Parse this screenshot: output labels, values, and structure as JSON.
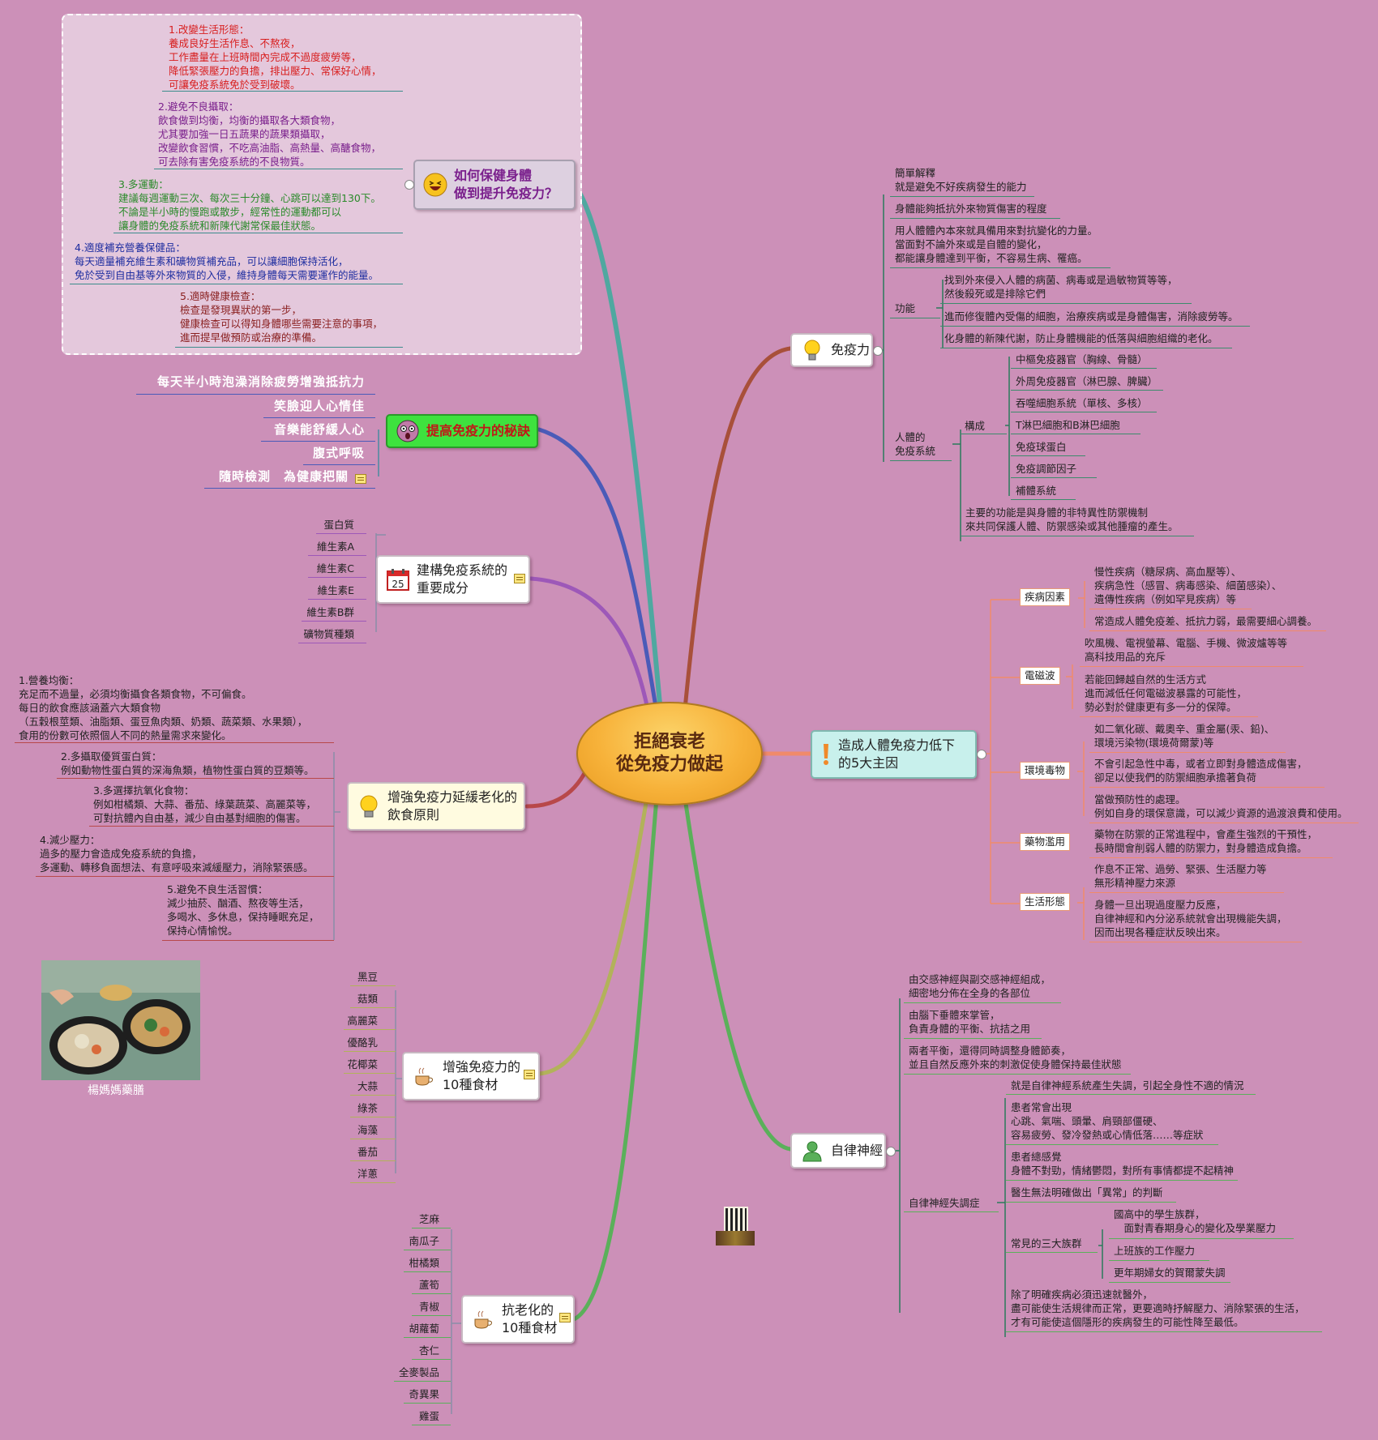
{
  "center": {
    "line1": "拒絕衰老",
    "line2": "從免疫力做起"
  },
  "health_branch": {
    "title": "如何保健身體\n做到提升免疫力？",
    "items": [
      "1.改變生活形態：\n養成良好生活作息、不熬夜，\n工作盡量在上班時間內完成不過度疲勞等，\n降低緊張壓力的負擔，排出壓力、常保好心情，\n可讓免疫系統免於受到破壞。",
      "2.避免不良攝取：\n飲食做到均衡，均衡的攝取各大類食物，\n尤其要加強一日五蔬果的蔬果類攝取，\n改變飲食習慣，不吃高油脂、高熱量、高醣食物，\n可去除有害免疫系統的不良物質。",
      "3.多運動：\n建議每週運動三次、每次三十分鐘、心跳可以達到130下。\n不論是半小時的慢跑或散步，經常性的運動都可以\n讓身體的免疫系統和新陳代謝常保最佳狀態。",
      "4.適度補充營養保健品：\n每天適量補充維生素和礦物質補充品，可以讓細胞保持活化，\n免於受到自由基等外來物質的入侵，維持身體每天需要運作的能量。",
      "5.適時健康檢查：\n檢查是發現異狀的第一步，\n健康檢查可以得知身體哪些需要注意的事項，\n進而提早做預防或治療的準備。"
    ]
  },
  "secret_branch": {
    "title": "提高免疫力的秘訣",
    "items": [
      "每天半小時泡澡消除疲勞增強抵抗力",
      "笑臉迎人心情佳",
      "音樂能舒緩人心",
      "腹式呼吸",
      "隨時檢測　為健康把關"
    ]
  },
  "components_branch": {
    "title": "建構免疫系統的\n重要成分",
    "icon_text": "25",
    "items": [
      "蛋白質",
      "維生素A",
      "維生素C",
      "維生素E",
      "維生素B群",
      "礦物質種類"
    ]
  },
  "diet_branch": {
    "title": "增強免疫力延緩老化的\n飲食原則",
    "items": [
      "1.營養均衡：\n充足而不過量，必須均衡攝食各類食物，不可偏食。\n每日的飲食應該涵蓋六大類食物\n（五穀根莖類、油脂類、蛋豆魚肉類、奶類、蔬菜類、水果類），\n食用的份數可依照個人不同的熱量需求來變化。",
      "2.多攝取優質蛋白質：\n例如動物性蛋白質的深海魚類，植物性蛋白質的豆類等。",
      "3.多選擇抗氧化食物：\n例如柑橘類、大蒜、番茄、綠葉蔬菜、高麗菜等，\n可對抗體內自由基，減少自由基對細胞的傷害。",
      "4.減少壓力：\n過多的壓力會造成免疫系統的負擔，\n多運動、轉移負面想法、有意呼吸來減緩壓力，消除緊張感。",
      "5.避免不良生活習慣：\n減少抽菸、酗酒、熬夜等生活，\n多喝水、多休息，保持睡眠充足，\n保持心情愉悅。"
    ]
  },
  "photo": {
    "caption": "楊媽媽藥膳"
  },
  "foods_branch": {
    "title": "增強免疫力的\n10種食材",
    "items": [
      "黑豆",
      "菇類",
      "高麗菜",
      "優酪乳",
      "花椰菜",
      "大蒜",
      "綠茶",
      "海藻",
      "番茄",
      "洋蔥"
    ]
  },
  "antiaging_branch": {
    "title": "抗老化的\n10種食材",
    "items": [
      "芝麻",
      "南瓜子",
      "柑橘類",
      "蘆筍",
      "青椒",
      "胡蘿蔔",
      "杏仁",
      "全麥製品",
      "奇異果",
      "雞蛋"
    ]
  },
  "immunity_branch": {
    "title": "免疫力",
    "items": [
      "簡單解釋\n就是避免不好疾病發生的能力",
      "身體能夠抵抗外來物質傷害的程度",
      "用人體體內本來就具備用來對抗變化的力量。\n當面對不論外來或是自體的變化，\n都能讓身體達到平衡，不容易生病、罹癌。"
    ],
    "function_label": "功能",
    "functions": [
      "找到外來侵入人體的病菌、病毒或是過敏物質等等，\n然後殺死或是排除它們",
      "進而修復體內受傷的細胞，治療疾病或是身體傷害，消除疲勞等。",
      "化身體的新陳代謝，防止身體機能的低落與細胞組織的老化。"
    ],
    "system_label": "人體的\n免疫系統",
    "composition_label": "構成",
    "compositions": [
      "中樞免疫器官（胸線、骨髓）",
      "外周免疫器官（淋巴腺、脾臟）",
      "吞噬細胞系統（單核、多核）",
      "T淋巴細胞和B淋巴細胞",
      "免疫球蛋白",
      "免疫調節因子",
      "補體系統"
    ],
    "system_note": "主要的功能是與身體的非特異性防禦機制\n來共同保護人體、防禦感染或其他腫瘤的產生。"
  },
  "causes_branch": {
    "title": "造成人體免疫力低下\n的5大主因",
    "groups": [
      {
        "label": "疾病因素",
        "items": [
          "慢性疾病（糖尿病、高血壓等）、\n疾病急性（感冒、病毒感染、細菌感染）、\n遺傳性疾病（例如罕見疾病）等",
          "常造成人體免疫差、抵抗力弱，最需要細心調養。"
        ]
      },
      {
        "label": "電磁波",
        "items": [
          "吹風機、電視螢幕、電腦、手機、微波爐等等\n高科技用品的充斥",
          "若能回歸越自然的生活方式\n進而減低任何電磁波暴露的可能性，\n勢必對於健康更有多一分的保障。"
        ]
      },
      {
        "label": "環境毒物",
        "items": [
          "如二氧化碳、戴奧辛、重金屬(汞、鉛)、\n環境污染物(環境荷爾蒙)等",
          "不會引起急性中毒，或者立即對身體造成傷害，\n卻足以使我們的防禦細胞承擔著負荷",
          "當做預防性的處理。\n例如自身的環保意識，可以減少資源的過渡浪費和使用。"
        ]
      },
      {
        "label": "藥物濫用",
        "items": [
          "藥物在防禦的正常進程中，會產生強烈的干預性，\n長時間會削弱人體的防禦力，對身體造成負擔。"
        ]
      },
      {
        "label": "生活形態",
        "items": [
          "作息不正常、過勞、緊張、生活壓力等\n無形精神壓力來源",
          "身體一旦出現過度壓力反應，\n自律神經和內分泌系統就會出現機能失調，\n因而出現各種症狀反映出來。"
        ]
      }
    ]
  },
  "nerve_branch": {
    "title": "自律神經",
    "items": [
      "由交感神經與副交感神經組成，\n細密地分佈在全身的各部位",
      "由腦下垂體來掌管，\n負責身體的平衡、抗拮之用",
      "兩者平衡，還得同時調整身體節奏，\n並且自然反應外來的刺激促使身體保持最佳狀態"
    ],
    "disorder_label": "自律神經失調症",
    "disorders": [
      "就是自律神經系統產生失調，引起全身性不適的情況",
      "患者常會出現\n心跳、氣喘、頭暈、肩頸部僵硬、\n容易疲勞、發冷發熱或心情低落……等症狀",
      "患者總感覺\n身體不對勁，情緒鬱悶，對所有事情都提不起精神",
      "醫生無法明確做出「異常」的判斷"
    ],
    "groups_label": "常見的三大族群",
    "groups": [
      "國高中的學生族群，\n　面對青春期身心的變化及學業壓力",
      "上班族的工作壓力",
      "更年期婦女的賀爾蒙失調"
    ],
    "final": "除了明確疾病必須迅速就醫外，\n盡可能使生活規律而正常，更要適時抒解壓力、消除緊張的生活，\n才有可能使這個隱形的疾病發生的可能性降至最低。"
  },
  "colors": {
    "background": "#cc90b8",
    "center_fill": "#f7b23a",
    "accent_red": "#d81e1e",
    "accent_purple": "#7a1f8c",
    "accent_green": "#2a8a2a",
    "accent_blue": "#1f2ea0",
    "accent_brown": "#8a1f1f"
  }
}
